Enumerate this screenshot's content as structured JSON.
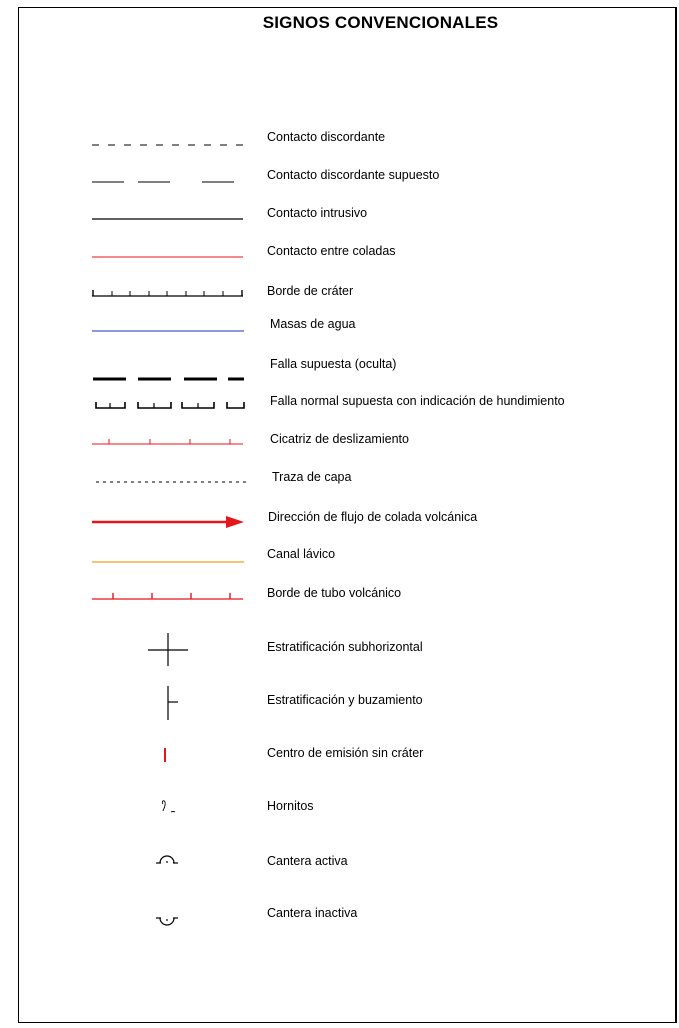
{
  "title": "SIGNOS CONVENCIONALES",
  "legend": [
    {
      "symbol": "dashed-line-icon",
      "label": "Contacto discordante"
    },
    {
      "symbol": "long-dashed-line-icon",
      "label": "Contacto discordante supuesto"
    },
    {
      "symbol": "solid-line-icon",
      "label": "Contacto intrusivo"
    },
    {
      "symbol": "red-line-icon",
      "label": "Contacto entre coladas"
    },
    {
      "symbol": "crater-rim-icon",
      "label": "Borde de cráter"
    },
    {
      "symbol": "blue-line-icon",
      "label": "Masas de agua"
    },
    {
      "symbol": "thick-dashed-line-icon",
      "label": "Falla supuesta (oculta)"
    },
    {
      "symbol": "normal-fault-icon",
      "label": "Falla normal supuesta con indicación de hundimiento"
    },
    {
      "symbol": "landslide-scar-icon",
      "label": "Cicatriz de deslizamiento"
    },
    {
      "symbol": "dotted-line-icon",
      "label": "Traza de capa"
    },
    {
      "symbol": "red-arrow-icon",
      "label": "Dirección de flujo de colada volcánica"
    },
    {
      "symbol": "orange-line-icon",
      "label": "Canal lávico"
    },
    {
      "symbol": "lava-tube-icon",
      "label": "Borde de tubo volcánico"
    },
    {
      "symbol": "cross-icon",
      "label": "Estratificación subhorizontal"
    },
    {
      "symbol": "dip-icon",
      "label": "Estratificación y buzamiento"
    },
    {
      "symbol": "red-tick-icon",
      "label": "Centro de emisión sin cráter"
    },
    {
      "symbol": "hornito-icon",
      "label": "Hornitos"
    },
    {
      "symbol": "active-quarry-icon",
      "label": "Cantera activa"
    },
    {
      "symbol": "inactive-quarry-icon",
      "label": "Cantera inactiva"
    }
  ],
  "colors": {
    "red": "#e8141b",
    "blue": "#1530c8",
    "orange": "#f5a020",
    "black": "#000000"
  }
}
